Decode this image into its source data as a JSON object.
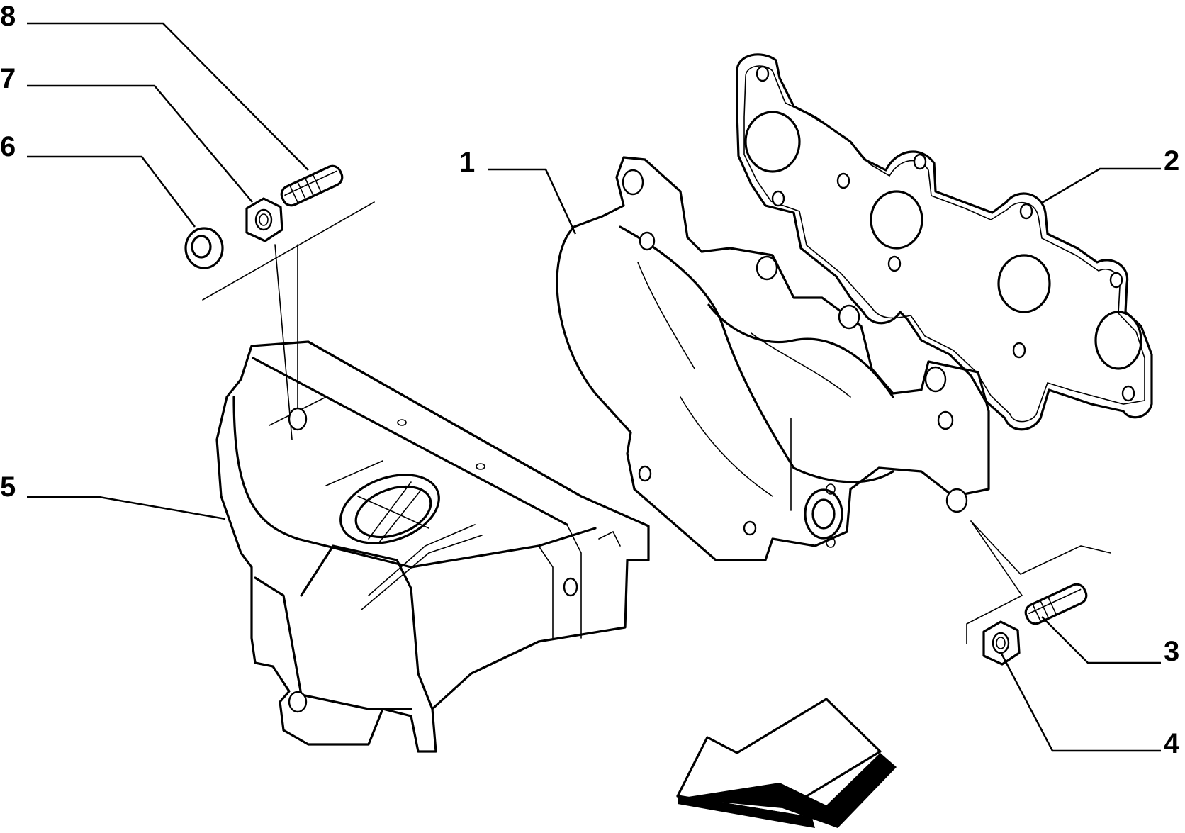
{
  "callouts": {
    "c1": "1",
    "c2": "2",
    "c3": "3",
    "c4": "4",
    "c5": "5",
    "c6": "6",
    "c7": "7",
    "c8": "8"
  },
  "parts": {
    "manifold": "exhaust-manifold-icon",
    "gasket": "manifold-gasket-icon",
    "heat_shield": "heat-shield-icon",
    "stud": "stud-icon",
    "nut": "hex-nut-icon",
    "washer": "washer-icon",
    "arrow": "direction-arrow-icon"
  },
  "colors": {
    "line": "#000000",
    "background": "#ffffff"
  }
}
